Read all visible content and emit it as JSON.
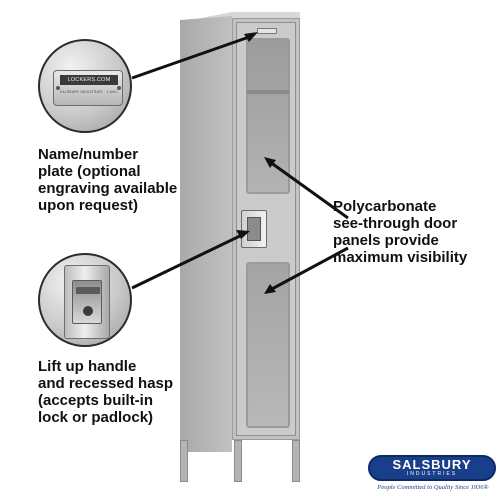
{
  "callouts": {
    "nameplate": "Name/number\nplate (optional\nengraving available\nupon request)",
    "handle": "Lift up handle\nand recessed hasp\n(accepts built-in\nlock or padlock)",
    "polycarbonate": "Polycarbonate\nsee-through door\npanels provide\nmaximum visibility"
  },
  "nameplate_zoom": {
    "top_text": "LOCKERS.COM",
    "bottom_text": "SALSBURY INDUSTRIES · 1-800-LOCKERS"
  },
  "brand": {
    "name": "SALSBURY",
    "sub": "INDUSTRIES",
    "tagline": "People Committed to Quality Since 1936®"
  },
  "colors": {
    "locker_gray": "#c2c2c2",
    "brand_blue": "#1a3f8a",
    "text": "#111111"
  }
}
